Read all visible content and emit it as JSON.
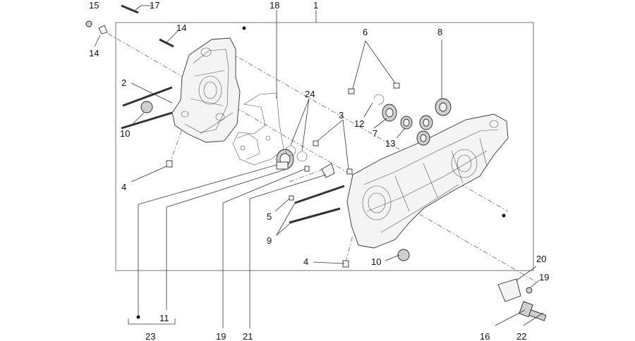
{
  "diagram": {
    "callouts": [
      "1",
      "2",
      "3",
      "4",
      "4",
      "5",
      "6",
      "7",
      "8",
      "9",
      "10",
      "10",
      "11",
      "12",
      "13",
      "14",
      "14",
      "15",
      "16",
      "17",
      "18",
      "19",
      "19",
      "20",
      "21",
      "22",
      "23",
      "24"
    ]
  }
}
